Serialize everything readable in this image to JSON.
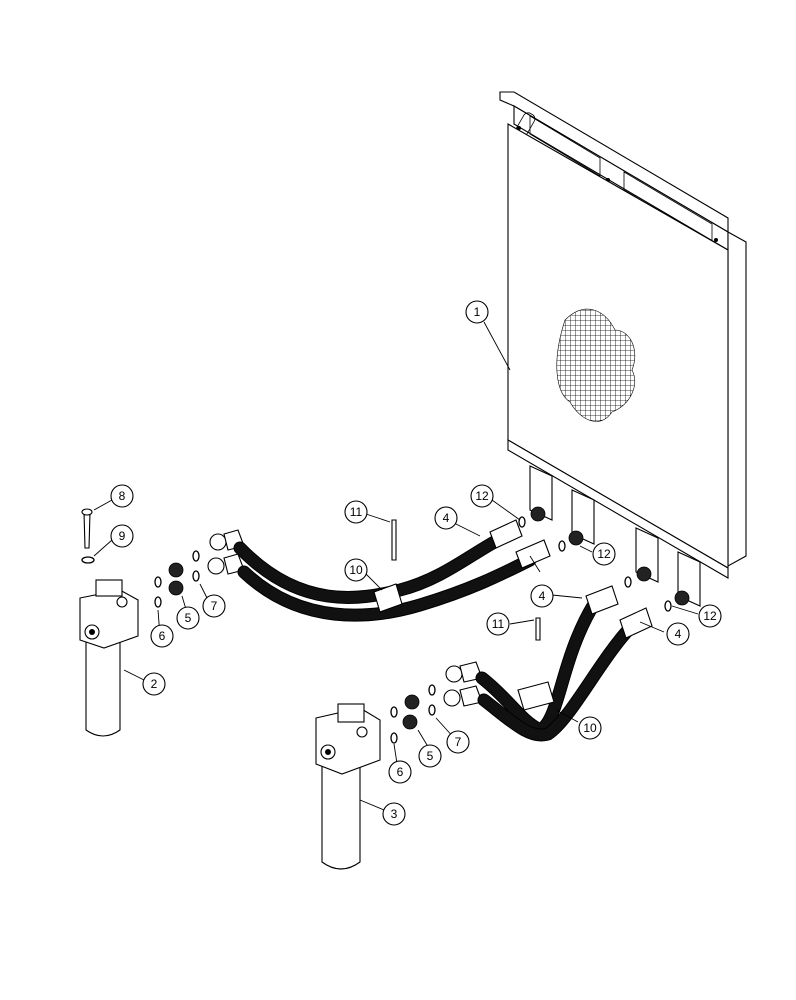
{
  "diagram": {
    "callouts": [
      {
        "id": "c1",
        "label": "1"
      },
      {
        "id": "c2",
        "label": "2"
      },
      {
        "id": "c3",
        "label": "3"
      },
      {
        "id": "c4a",
        "label": "4"
      },
      {
        "id": "c4b",
        "label": "4"
      },
      {
        "id": "c4c",
        "label": "4"
      },
      {
        "id": "c5a",
        "label": "5"
      },
      {
        "id": "c5b",
        "label": "5"
      },
      {
        "id": "c6a",
        "label": "6"
      },
      {
        "id": "c6b",
        "label": "6"
      },
      {
        "id": "c7a",
        "label": "7"
      },
      {
        "id": "c7b",
        "label": "7"
      },
      {
        "id": "c8",
        "label": "8"
      },
      {
        "id": "c9",
        "label": "9"
      },
      {
        "id": "c10a",
        "label": "10"
      },
      {
        "id": "c10b",
        "label": "10"
      },
      {
        "id": "c11a",
        "label": "11"
      },
      {
        "id": "c11b",
        "label": "11"
      },
      {
        "id": "c12a",
        "label": "12"
      },
      {
        "id": "c12b",
        "label": "12"
      },
      {
        "id": "c12c",
        "label": "12"
      }
    ]
  }
}
